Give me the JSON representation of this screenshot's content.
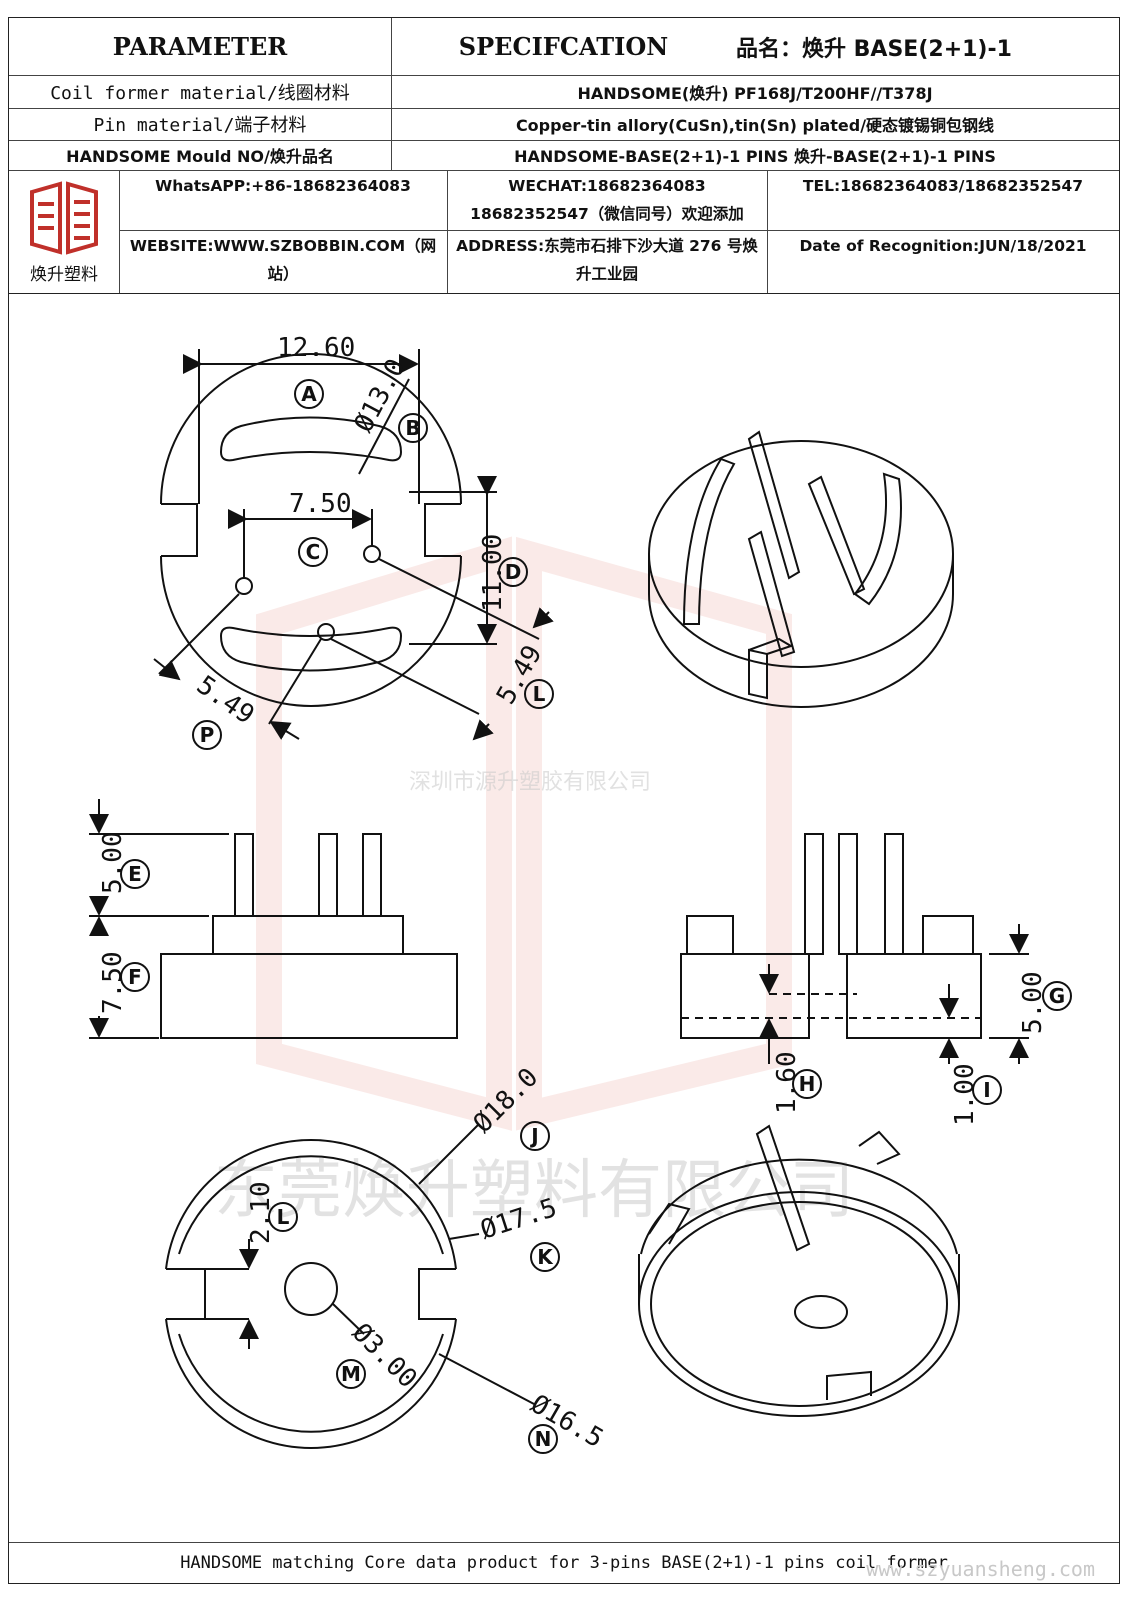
{
  "header": {
    "parameter": "PARAMETER",
    "specification": "SPECIFCATION",
    "product_name": "品名：焕升 BASE(2+1)-1"
  },
  "rows": [
    {
      "label": "Coil former material/线圈材料",
      "value": "HANDSOME(焕升)   PF168J/T200HF//T378J"
    },
    {
      "label": "Pin material/端子材料",
      "value": "Copper-tin allory(CuSn),tin(Sn) plated/硬态镀锡铜包钢线"
    },
    {
      "label": "HANDSOME Mould NO/焕升品名",
      "value": "HANDSOME-BASE(2+1)-1 PINS    焕升-BASE(2+1)-1 PINS"
    }
  ],
  "company": {
    "logo_text": "焕升塑料",
    "whatsapp": "WhatsAPP:+86-18682364083",
    "wechat": "WECHAT:18682364083 18682352547（微信同号）欢迎添加",
    "tel": "TEL:18682364083/18682352547",
    "website": "WEBSITE:WWW.SZBOBBIN.COM（网站）",
    "address": "ADDRESS:东莞市石排下沙大道 276 号焕升工业园",
    "date": "Date of Recognition:JUN/18/2021"
  },
  "watermarks": {
    "small": "深圳市源升塑胶有限公司",
    "large": "东莞焕升塑料有限公司",
    "url": "www.szyuansheng.com"
  },
  "dimensions": {
    "A": "12.60",
    "B": "Ø13.0",
    "C": "7.50",
    "D": "11.00",
    "L1": "5.49",
    "P": "5.49",
    "E": "5.00",
    "F": "7.50",
    "G": "5.00",
    "H": "1.60",
    "I": "1.00",
    "J": "Ø18.0",
    "K": "Ø17.5",
    "L2": "2.10",
    "M": "Ø3.00",
    "N": "Ø16.5"
  },
  "letters": {
    "A": "A",
    "B": "B",
    "C": "C",
    "D": "D",
    "E": "E",
    "F": "F",
    "G": "G",
    "H": "H",
    "I": "I",
    "J": "J",
    "K": "K",
    "L": "L",
    "M": "M",
    "N": "N",
    "P": "P"
  },
  "footer": "HANDSOME matching Core data  product for 3-pins BASE(2+1)-1 pins coil former"
}
